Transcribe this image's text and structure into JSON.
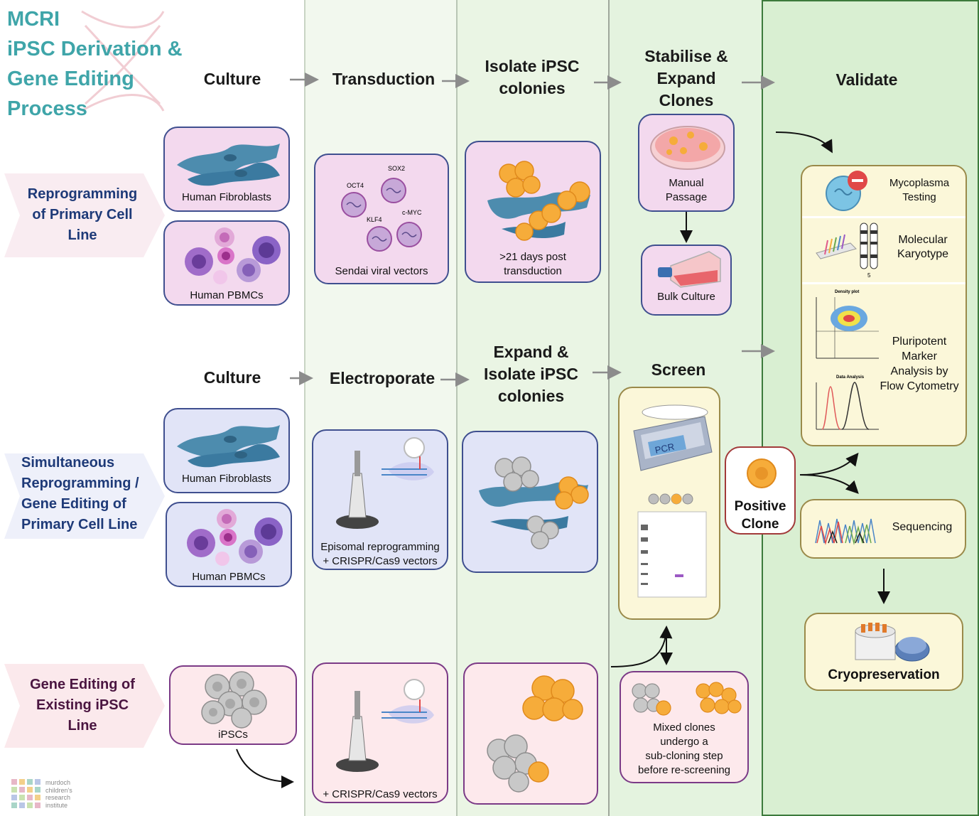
{
  "title": {
    "line1": "MCRI",
    "line2": "iPSC Derivation &",
    "line3": "Gene Editing",
    "line4": "Process"
  },
  "headers": {
    "culture_top": "Culture",
    "transduction": "Transduction",
    "isolate_1": "Isolate  iPSC",
    "isolate_2": "colonies",
    "stabilise_1": "Stabilise &",
    "stabilise_2": "Expand",
    "stabilise_3": "Clones",
    "validate": "Validate",
    "culture_mid": "Culture",
    "electroporate": "Electroporate",
    "expand_1": "Expand &",
    "expand_2": "Isolate  iPSC",
    "expand_3": "colonies",
    "screen": "Screen"
  },
  "rows": {
    "row1": {
      "l1": "Reprogramming",
      "l2": "of Primary Cell",
      "l3": "Line"
    },
    "row2": {
      "l1": "Simultaneous",
      "l2": "Reprogramming /",
      "l3": "Gene Editing of",
      "l4": "Primary Cell Line"
    },
    "row3": {
      "l1": "Gene Editing of",
      "l2": "Existing iPSC",
      "l3": "Line"
    }
  },
  "boxes": {
    "fibroblasts_1": "Human Fibroblasts",
    "pbmcs_1": "Human PBMCs",
    "sendai": "Sendai viral vectors",
    "sendai_labels": {
      "oct4": "OCT4",
      "sox2": "SOX2",
      "klf4": "KLF4",
      "cmyc": "c-MYC"
    },
    "days_1": ">21 days post",
    "days_2": "transduction",
    "manual_1": "Manual",
    "manual_2": "Passage",
    "bulk": "Bulk Culture",
    "fibroblasts_2": "Human Fibroblasts",
    "pbmcs_2": "Human PBMCs",
    "episomal_1": "Episomal reprogramming",
    "episomal_2": "+ CRISPR/Cas9 vectors",
    "pcr_label": "PCR",
    "ipscs": "iPSCs",
    "crispr": "+ CRISPR/Cas9 vectors",
    "mixed_1": "Mixed clones",
    "mixed_2": "undergo a",
    "mixed_3": "sub-cloning step",
    "mixed_4": "before re-screening",
    "positive_1": "Positive",
    "positive_2": "Clone"
  },
  "validate": {
    "myco_1": "Mycoplasma",
    "myco_2": "Testing",
    "karyo_1": "Molecular",
    "karyo_2": "Karyotype",
    "karyo_num": "5",
    "pluri_1": "Pluripotent",
    "pluri_2": "Marker",
    "pluri_3": "Analysis by",
    "pluri_4": "Flow Cytometry",
    "density_title": "Density plot",
    "data_title": "Data Analysis",
    "sequencing": "Sequencing",
    "cryo": "Cryopreservation"
  },
  "logo": {
    "l1": "murdoch",
    "l2": "children's",
    "l3": "research",
    "l4": "institute"
  },
  "colors": {
    "title_teal": "#3fa5a9",
    "navy": "#1e3a78",
    "plum": "#4a1540",
    "col_green_light": "#f1f8ec",
    "col_green": "#e4f3df",
    "validate_green": "#d9efd2",
    "cell_orange": "#f6ac3a",
    "cell_gray": "#bdbdbd",
    "fibro_blue": "#4d8cae"
  }
}
